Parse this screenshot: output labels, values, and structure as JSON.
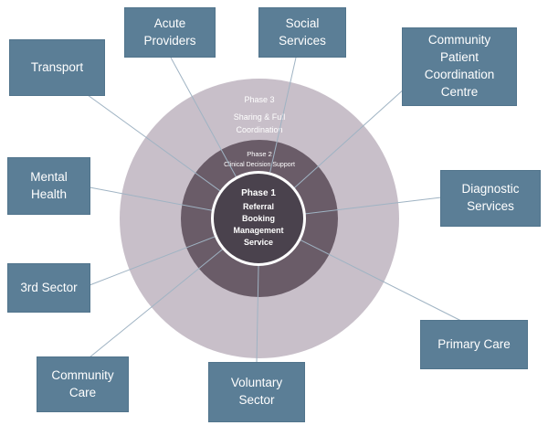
{
  "center": {
    "phase3": {
      "name": "Phase 3",
      "desc": "Sharing  & Full\nCoordination"
    },
    "phase2": {
      "name": "Phase 2",
      "desc": "Clinical Decision Support"
    },
    "phase1": {
      "name": "Phase 1",
      "desc": "Referral\nBooking\nManagement\nService"
    }
  },
  "nodes": [
    {
      "id": "transport",
      "label": "Transport"
    },
    {
      "id": "acute-providers",
      "label": "Acute Providers"
    },
    {
      "id": "social-services",
      "label": "Social Services"
    },
    {
      "id": "community-patient-coordination-centre",
      "label": "Community Patient Coordination Centre"
    },
    {
      "id": "mental-health",
      "label": "Mental Health"
    },
    {
      "id": "diagnostic-services",
      "label": "Diagnostic Services"
    },
    {
      "id": "third-sector",
      "label": "3rd Sector"
    },
    {
      "id": "community-care",
      "label": "Community Care"
    },
    {
      "id": "voluntary-sector",
      "label": "Voluntary Sector"
    },
    {
      "id": "primary-care",
      "label": "Primary Care"
    }
  ],
  "colors": {
    "node_fill": "#5b7e96",
    "node_text": "#ffffff",
    "outer_circle": "#c8bfc9",
    "middle_circle": "#6a5c68",
    "inner_circle": "#4a424d",
    "connector_line": "#9fb3c3"
  }
}
